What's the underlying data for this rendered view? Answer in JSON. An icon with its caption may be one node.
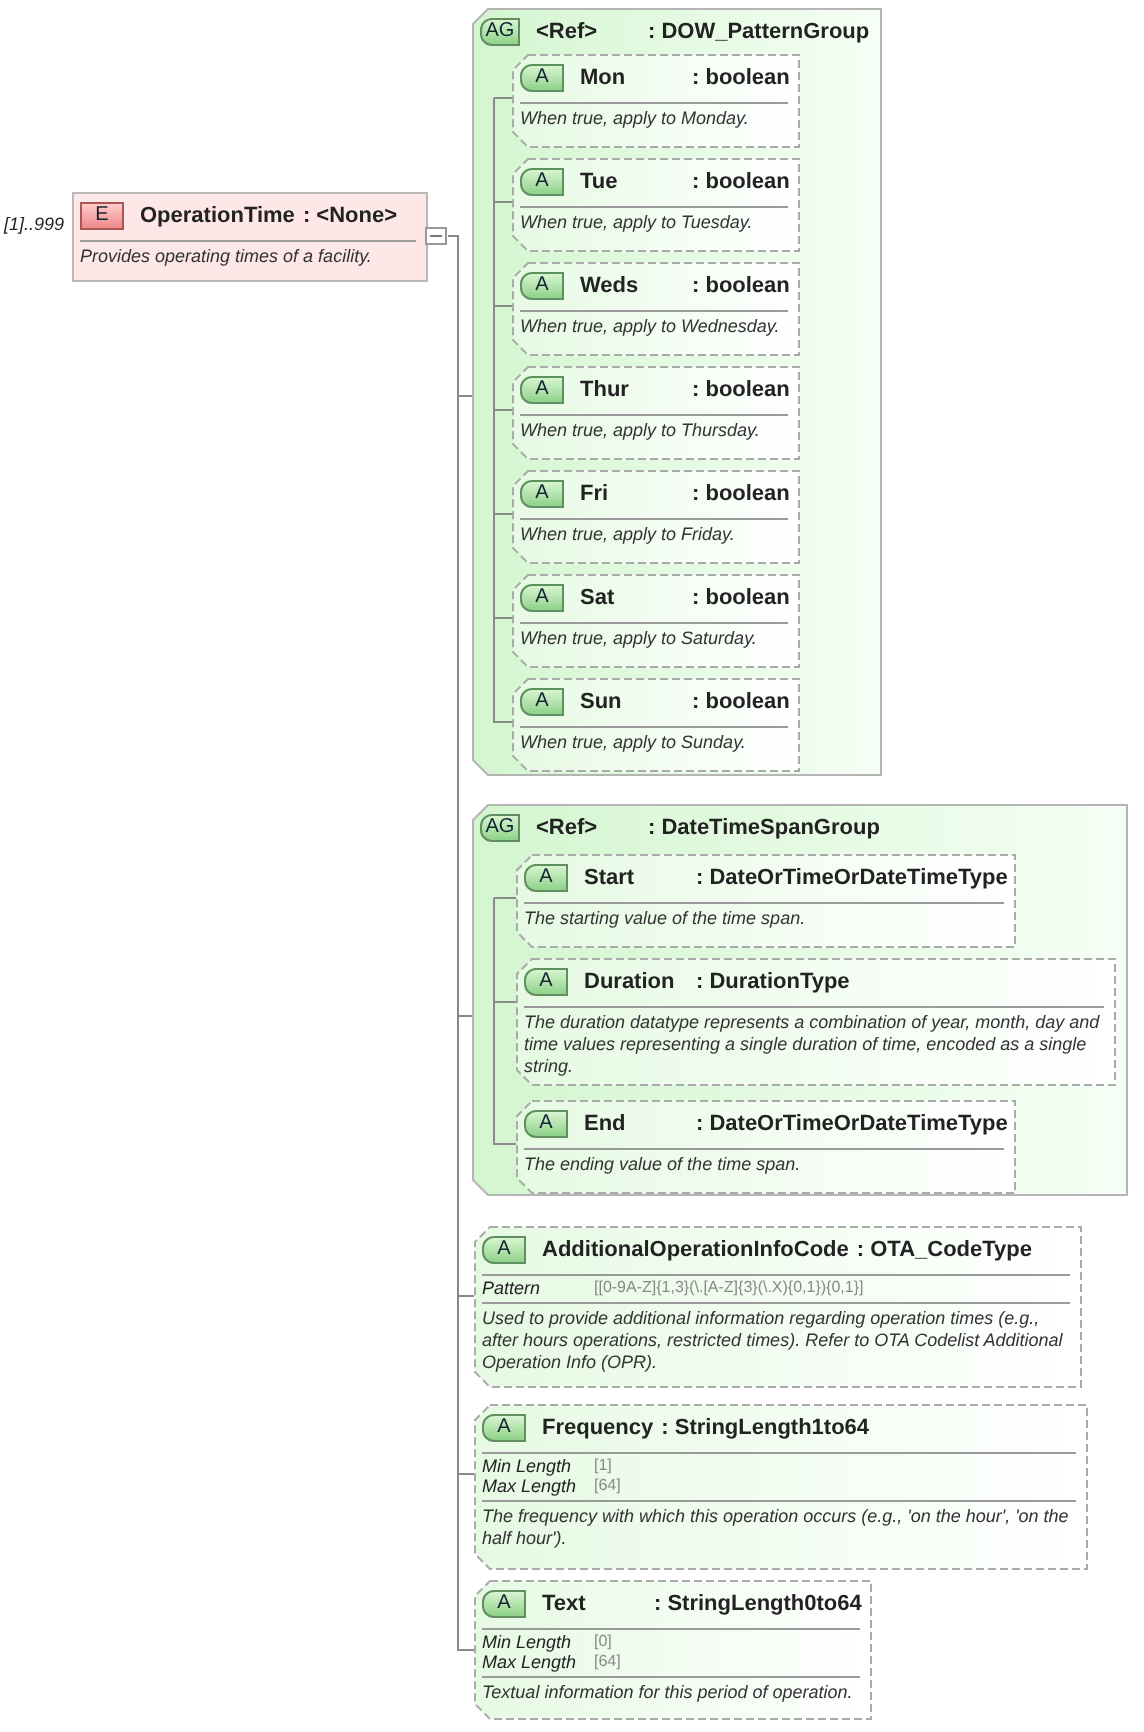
{
  "diagram": {
    "nodes": [
      {
        "text": [
          "E",
          "OperationTime",
          ": <None>",
          "Provides operating times of a facility."
        ],
        "beside": [
          "[1]..999"
        ]
      },
      {
        "text": [
          "AG",
          "<Ref>",
          ": DOW_PatternGroup"
        ]
      },
      {
        "text": [
          "A",
          "Mon",
          ": boolean",
          "When true, apply to Monday."
        ],
        "in": 1
      },
      {
        "text": [
          "A",
          "Tue",
          ": boolean",
          "When true, apply to Tuesday."
        ],
        "in": 1
      },
      {
        "text": [
          "A",
          "Weds",
          ": boolean",
          "When true, apply to Wednesday."
        ],
        "in": 1
      },
      {
        "text": [
          "A",
          "Thur",
          ": boolean",
          "When true, apply to Thursday."
        ],
        "in": 1
      },
      {
        "text": [
          "A",
          "Fri",
          ": boolean",
          "When true, apply to Friday."
        ],
        "in": 1
      },
      {
        "text": [
          "A",
          "Sat",
          ": boolean",
          "When true, apply to Saturday."
        ],
        "in": 1
      },
      {
        "text": [
          "A",
          "Sun",
          ": boolean",
          "When true, apply to Sunday."
        ],
        "in": 1
      },
      {
        "text": [
          "AG",
          "<Ref>",
          ": DateTimeSpanGroup"
        ]
      },
      {
        "text": [
          "A",
          "Start",
          ": DateOrTimeOrDateTimeType",
          "The starting value of the time span."
        ],
        "in": 9
      },
      {
        "text": [
          "A",
          "Duration",
          ": DurationType",
          "The duration datatype represents a combination of year, month, day and time values representing a single duration of time, encoded as a single string."
        ],
        "in": 9
      },
      {
        "text": [
          "A",
          "End",
          ": DateOrTimeOrDateTimeType",
          "The ending value of the time span."
        ],
        "in": 9
      },
      {
        "text": [
          "A",
          "AdditionalOperationInfoCode",
          ": OTA_CodeType",
          "Pattern",
          "[[0-9A-Z]{1,3}(\\.[A-Z]{3}(\\.X){0,1}){0,1}]",
          "Used to provide additional information regarding operation times (e.g., after hours operations, restricted times). Refer to OTA Codelist Additional Operation Info (OPR)."
        ]
      },
      {
        "text": [
          "A",
          "Frequency",
          ": StringLength1to64",
          "Min Length",
          "[1]",
          "Max Length",
          "[64]",
          "The frequency with which this operation occurs (e.g., 'on the hour', 'on the half hour')."
        ]
      },
      {
        "text": [
          "A",
          "Text",
          ": StringLength0to64",
          "Min Length",
          "[0]",
          "Max Length",
          "[64]",
          "Textual information for this period of operation."
        ]
      }
    ],
    "edges": [
      {
        "from": 0,
        "to": 1,
        "arrow": "none"
      },
      {
        "from": 0,
        "to": 9,
        "arrow": "none"
      },
      {
        "from": 0,
        "to": 13,
        "arrow": "none"
      },
      {
        "from": 0,
        "to": 14,
        "arrow": "none"
      },
      {
        "from": 0,
        "to": 15,
        "arrow": "none"
      },
      {
        "from": 1,
        "to": 2,
        "arrow": "none"
      },
      {
        "from": 1,
        "to": 3,
        "arrow": "none"
      },
      {
        "from": 1,
        "to": 4,
        "arrow": "none"
      },
      {
        "from": 1,
        "to": 5,
        "arrow": "none"
      },
      {
        "from": 1,
        "to": 6,
        "arrow": "none"
      },
      {
        "from": 1,
        "to": 7,
        "arrow": "none"
      },
      {
        "from": 1,
        "to": 8,
        "arrow": "none"
      },
      {
        "from": 9,
        "to": 10,
        "arrow": "none"
      },
      {
        "from": 9,
        "to": 11,
        "arrow": "none"
      },
      {
        "from": 9,
        "to": 12,
        "arrow": "none"
      }
    ]
  }
}
